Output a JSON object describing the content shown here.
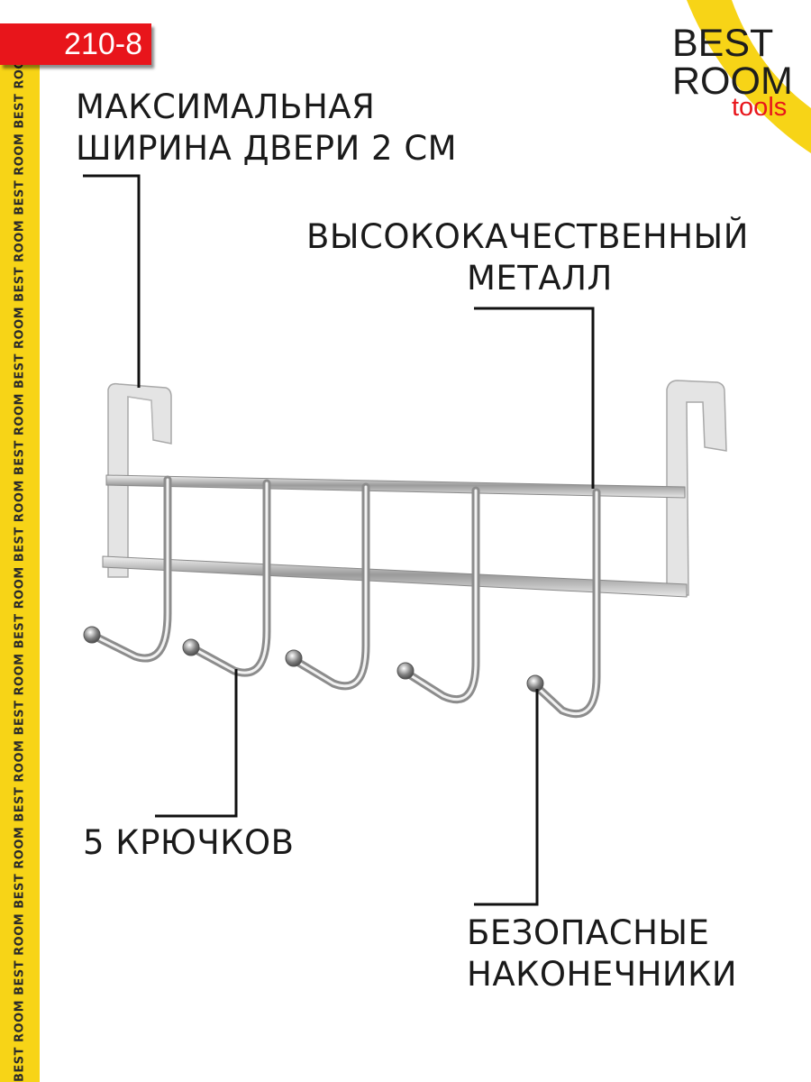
{
  "badge": {
    "code": "210-8",
    "color": "#e8151b"
  },
  "side_stripe": {
    "text": "BEST ROOM BEST ROOM BEST ROOM BEST ROOM BEST ROOM BEST ROOM BEST ROOM BEST ROOM BEST ROOM BEST ROOM BEST ROOM BEST ROOM BEST ROOM BEST ROOM",
    "color": "#f7d417"
  },
  "brand": {
    "line1": "BEST",
    "line2": "ROOM",
    "line3": "tools",
    "accent": "#e8151b",
    "arc_color": "#f7d417"
  },
  "callouts": {
    "door_width_line1": "МАКСИМАЛЬНАЯ",
    "door_width_line2": "ШИРИНА ДВЕРИ 2 СМ",
    "metal_line1": "ВЫСОКОКАЧЕСТВЕННЫЙ",
    "metal_line2": "МЕТАЛЛ",
    "hooks": "5 КРЮЧКОВ",
    "tips_line1": "БЕЗОПАСНЫЕ",
    "tips_line2": "НАКОНЕЧНИКИ"
  },
  "product": {
    "name_icon": "over-door-hook-rack",
    "hook_count": 5
  }
}
